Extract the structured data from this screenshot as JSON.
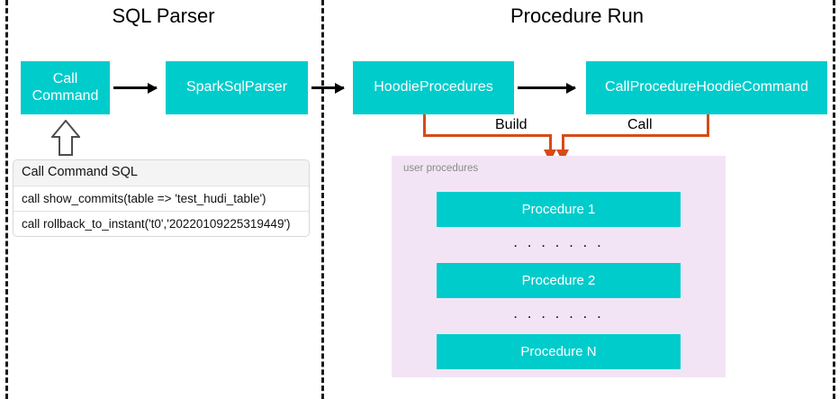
{
  "diagram": {
    "title_left": "SQL Parser",
    "title_right": "Procedure Run",
    "colors": {
      "box_fill": "#00CCCC",
      "box_text": "#FFFFFF",
      "connector": "#D64B18",
      "panel_fill": "#F2E4F5",
      "arrow": "#000000",
      "divider": "#1A1A1A"
    }
  },
  "flow": {
    "nodes": [
      {
        "id": "call-command",
        "label": "Call\nCommand"
      },
      {
        "id": "spark-sql-parser",
        "label": "SparkSqlParser"
      },
      {
        "id": "hoodie-procedures",
        "label": "HoodieProcedures"
      },
      {
        "id": "call-procedure-hoodie-command",
        "label": "CallProcedureHoodieCommand"
      }
    ],
    "connector_labels": {
      "build": "Build",
      "call": "Call"
    }
  },
  "sql_list": {
    "header": "Call Command SQL",
    "rows": [
      "call show_commits(table => 'test_hudi_table')",
      "call rollback_to_instant('t0','20220109225319449')"
    ]
  },
  "user_procedures": {
    "label": "user procedures",
    "items": [
      {
        "label": "Procedure 1"
      },
      {
        "label": "Procedure 2"
      },
      {
        "label": "Procedure N"
      }
    ],
    "ellipsis": ". . . . . . ."
  }
}
